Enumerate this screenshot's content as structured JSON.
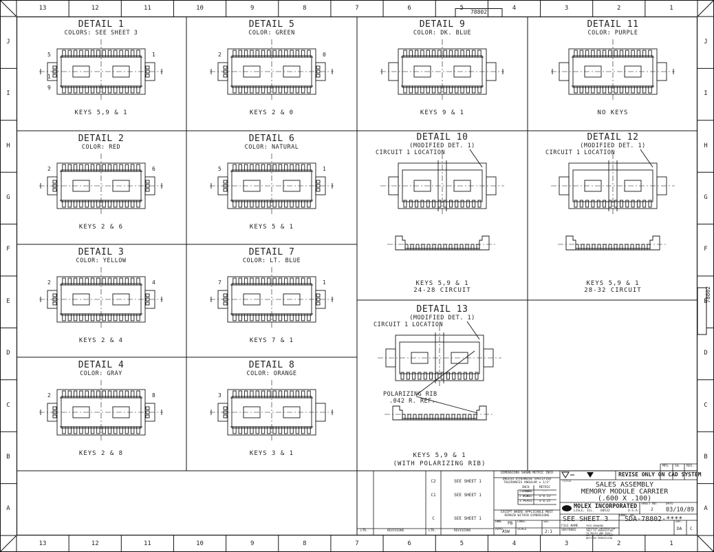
{
  "drawing_number": "78802",
  "zones_x": [
    "13",
    "12",
    "11",
    "10",
    "9",
    "8",
    "7",
    "6",
    "5",
    "4",
    "3",
    "2",
    "1"
  ],
  "zones_y": [
    "J",
    "I",
    "H",
    "G",
    "F",
    "E",
    "D",
    "C",
    "B",
    "A"
  ],
  "details": [
    {
      "id": "d1",
      "title": "DETAIL 1",
      "subtitle": "COLORS: SEE SHEET 3",
      "keys": "KEYS 5,9 & 1",
      "left_labels": [
        "5",
        "",
        "1",
        "9"
      ],
      "right_labels": [
        "1"
      ]
    },
    {
      "id": "d5",
      "title": "DETAIL 5",
      "subtitle": "COLOR: GREEN",
      "keys": "KEYS 2 & 0",
      "left_labels": [
        "2"
      ],
      "right_labels": [
        "0"
      ]
    },
    {
      "id": "d9",
      "title": "DETAIL 9",
      "subtitle": "COLOR: DK. BLUE",
      "keys": "KEYS 9 & 1",
      "left_labels": [],
      "right_labels": []
    },
    {
      "id": "d11",
      "title": "DETAIL 11",
      "subtitle": "COLOR: PURPLE",
      "keys": "NO KEYS",
      "left_labels": [],
      "right_labels": []
    },
    {
      "id": "d2",
      "title": "DETAIL 2",
      "subtitle": "COLOR: RED",
      "keys": "KEYS 2 & 6",
      "left_labels": [
        "2"
      ],
      "right_labels": [
        "6"
      ]
    },
    {
      "id": "d6",
      "title": "DETAIL 6",
      "subtitle": "COLOR: NATURAL",
      "keys": "KEYS 5 & 1",
      "left_labels": [
        "5"
      ],
      "right_labels": [
        "1"
      ]
    },
    {
      "id": "d3",
      "title": "DETAIL 3",
      "subtitle": "COLOR: YELLOW",
      "keys": "KEYS 2 & 4",
      "left_labels": [
        "2"
      ],
      "right_labels": [
        "4"
      ]
    },
    {
      "id": "d7",
      "title": "DETAIL 7",
      "subtitle": "COLOR: LT. BLUE",
      "keys": "KEYS 7 & 1",
      "left_labels": [
        "7"
      ],
      "right_labels": [
        "1"
      ]
    },
    {
      "id": "d4",
      "title": "DETAIL 4",
      "subtitle": "COLOR: GRAY",
      "keys": "KEYS 2 & 8",
      "left_labels": [
        "2"
      ],
      "right_labels": [
        "8"
      ]
    },
    {
      "id": "d8",
      "title": "DETAIL 8",
      "subtitle": "COLOR: ORANGE",
      "keys": "KEYS 3 & 1",
      "left_labels": [
        "3"
      ],
      "right_labels": []
    }
  ],
  "detail10": {
    "title": "DETAIL 10",
    "subtitle": "(MODIFIED DET. 1)",
    "callout": "CIRCUIT 1 LOCATION",
    "keys": "KEYS 5,9 & 1",
    "circuit": "24-28 CIRCUIT"
  },
  "detail12": {
    "title": "DETAIL 12",
    "subtitle": "(MODIFIED DET. 1)",
    "callout": "CIRCUIT 1 LOCATION",
    "keys": "KEYS 5,9 & 1",
    "circuit": "28-32 CIRCUIT"
  },
  "detail13": {
    "title": "DETAIL 13",
    "subtitle": "(MODIFIED DET. 1)",
    "callout": "CIRCUIT 1 LOCATION",
    "rib_label": "POLARIZING RIB",
    "rib_ref": ".042 R. REF.",
    "keys": "KEYS 5,9 & 1",
    "rib_note": "(WITH POLARIZING RIB)"
  },
  "revisions": [
    {
      "ltr": "C2",
      "text": "SEE SHEET 1"
    },
    {
      "ltr": "C1",
      "text": "SEE SHEET 1"
    },
    {
      "ltr": "C",
      "text": "SEE SHEET 1"
    }
  ],
  "rev_headers": {
    "ltr": "LTR.",
    "revisions": "REVISIONS"
  },
  "tolerances": {
    "note1": "DIMENSIONS SHOWN METRIC INCH",
    "note2": "UNLESS OTHERWISE SPECIFIED",
    "note3": "TOLERANCES ANGULAR ± 1/2°",
    "inch": "INCH",
    "metric": "METRIC",
    "rows": [
      [
        "2 PLACE",
        "±.005",
        "---"
      ],
      [
        "2 PLACE",
        "±.01",
        "± 0.13"
      ],
      [
        "1 PLACE",
        "---",
        "± 0.25"
      ]
    ],
    "note4": "EXCEPT WHERE APPLICABLE MUST",
    "note5": "REMAIN WITHIN DIMENSIONS"
  },
  "title_block": {
    "revise_note": "REVISE ONLY ON CAD SYSTEM",
    "mfg_hdr": "MFG.",
    "sh_hdr": "SH.",
    "rev_hdr": "REV.",
    "title_label": "TITLE",
    "title_line1": "SALES ASSEMBLY",
    "title_line2": "MEMORY MODULE CARRIER",
    "title_line3": "(.600 X .100)",
    "company": "MOLEX INCORPORATED",
    "city": "LISLE, ILL.",
    "zip": "60532",
    "country": "U.S.A.",
    "sheet_no_label": "SHEET NO.",
    "sheet_no": "2",
    "date_label": "DATE",
    "date": "03/10/89",
    "dwg_label": "DRWG. NO.",
    "sheet_note": "SEE SHEET 3",
    "dwg_no": "SDA-78802-****",
    "dwn_label": "DWN.",
    "dwn": "PB",
    "chkd_label": "CHKD.",
    "chkd": "",
    "appd_label": "APPD.",
    "appd": "ASW",
    "scale_label": "SCALE",
    "scale": "2:1",
    "sec_label": "SEC",
    "sec_value": "",
    "file_label": "FILE NAME",
    "file": "SDA78802",
    "sheet_label": "SHT.",
    "sheet_value": "DA",
    "rev_value": "C",
    "notice": "THIS DRAWING CONTAINS INFORMATION THAT IS PROPRIETARY TO MOLEX AND SHALL NOT BE USED WITHOUT WRITTEN PERMISSION"
  },
  "side_tab": "78802"
}
